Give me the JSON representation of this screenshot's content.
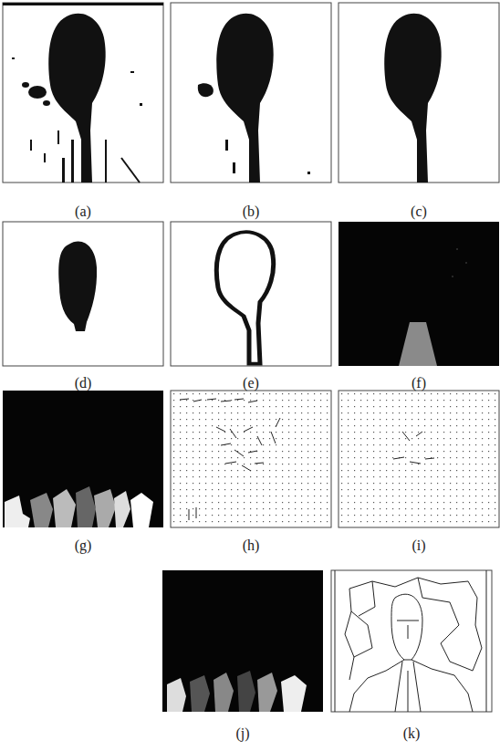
{
  "diagram": {
    "labels": [
      "(a)",
      "(b)",
      "(c)",
      "(d)",
      "(e)",
      "(f)",
      "(g)",
      "(h)",
      "(i)",
      "(j)",
      "(k)"
    ]
  }
}
